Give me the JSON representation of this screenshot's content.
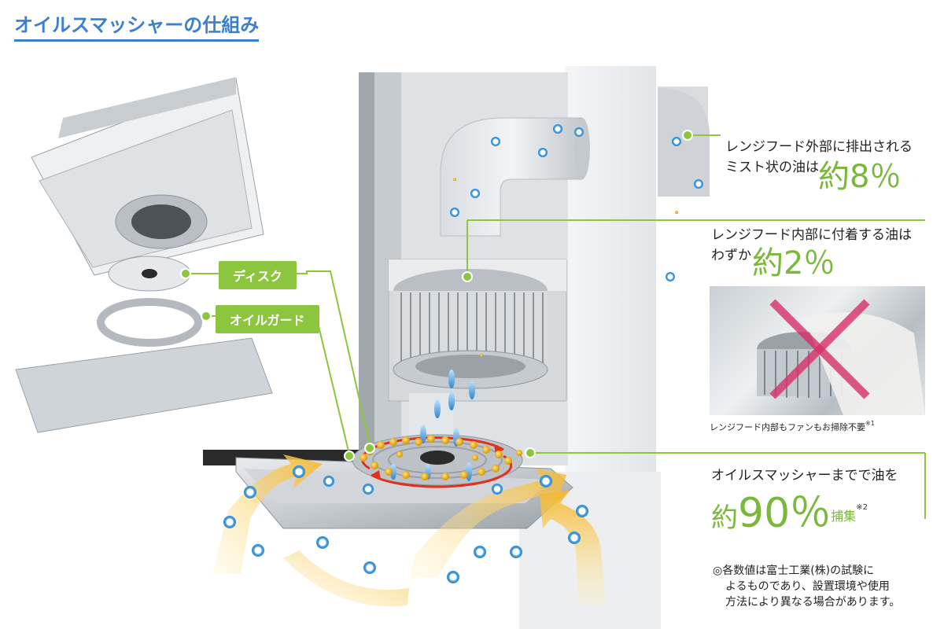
{
  "title": "オイルスマッシャーの仕組み",
  "labels": {
    "disk": "ディスク",
    "oil_guard": "オイルガード"
  },
  "callouts": {
    "outside": {
      "line1": "レンジフード外部に排出される",
      "line2": "ミスト状の油は",
      "pct": "約8％"
    },
    "inside": {
      "line1": "レンジフード内部に付着する油は",
      "line2": "わずか",
      "pct": "約2％"
    },
    "photo_caption": "レンジフード内部もファンもお掃除不要",
    "photo_caption_note": "※1",
    "smasher": {
      "line1": "オイルスマッシャーまでで油を",
      "pct_prefix": "約",
      "pct_value": "90％",
      "suffix": "捕集",
      "note": "※2"
    }
  },
  "footnote": {
    "line1": "◎各数値は富士工業(株)の試験に",
    "line2": "よるものであり、設置環境や使用",
    "line3": "方法により異なる場合があります。"
  },
  "colors": {
    "accent_green": "#8cc63f",
    "title_blue": "#3a7fd0",
    "airflow_yellow": "#f5b82e",
    "particle_blue": "#4aa8e8",
    "oil_gold": "#e0a400"
  }
}
